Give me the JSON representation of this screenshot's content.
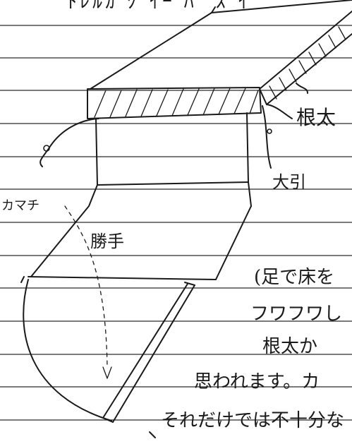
{
  "note": {
    "line_color": "#2b2b2b",
    "ink_color": "#1a1a1a",
    "paper_color": "#ffffff"
  },
  "sketch": {
    "top_fragment": "ﾄﾚﾙｶ ｸﾞｲｰ ﾊﾟ ｽﾞｲ",
    "labels": {
      "nebuta": "根太",
      "obiki": "大引",
      "kamachi": "カマチ",
      "katte": "勝手"
    },
    "text_lines": [
      "(足で床を",
      "フワフワし",
      "根太か",
      "思われます。カ",
      "それだけでは不十分な"
    ]
  }
}
